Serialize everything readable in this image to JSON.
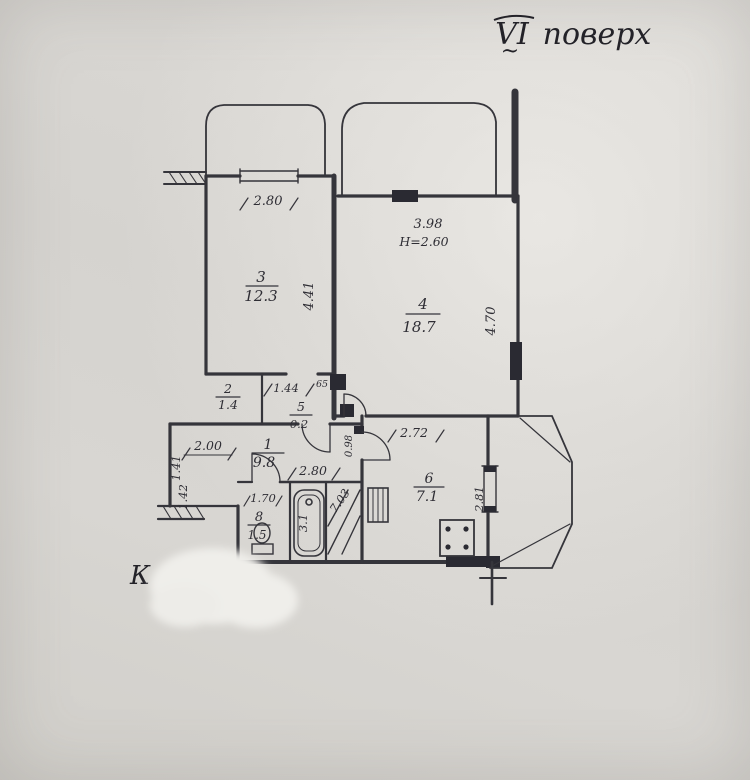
{
  "header": {
    "floor_roman": "VI",
    "floor_word": "поверх",
    "tilde": "~"
  },
  "margin": {
    "corner_letter": "К"
  },
  "rooms": {
    "r3": {
      "num": "3",
      "area": "12.3",
      "w": "2.80",
      "h": "4.41"
    },
    "r4": {
      "num": "4",
      "area": "18.7",
      "w": "3.98",
      "ceiling": "Н=2.60",
      "h": "4.70"
    },
    "r2": {
      "num": "2",
      "area": "1.4"
    },
    "r5": {
      "num": "5",
      "area": "0.2",
      "w": "1.44",
      "small": "65"
    },
    "r1": {
      "num": "1",
      "area": "9.8",
      "w": "2.80",
      "wl": "2.00",
      "s1": "1.41",
      "s2": "1.42"
    },
    "r8": {
      "num": "8",
      "area": "1.5",
      "w": "1.70"
    },
    "r7": {
      "area": "3.1"
    },
    "shaft": {
      "label": "7.03",
      "dim": "0.98"
    },
    "r6": {
      "num": "6",
      "area": "7.1",
      "w": "2.72",
      "h": "2.81"
    }
  }
}
